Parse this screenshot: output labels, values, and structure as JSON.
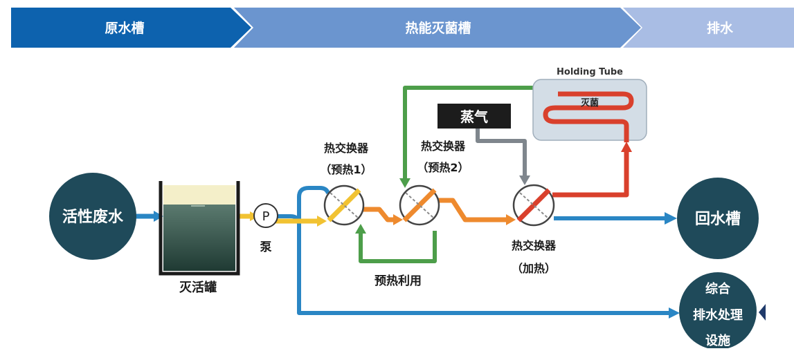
{
  "header_steps": [
    {
      "label": "原水槽",
      "color": "#0d62ae"
    },
    {
      "label": "热能灭菌槽",
      "color": "#6b95cf"
    },
    {
      "label": "排水",
      "color": "#a9bde4"
    }
  ],
  "diagram": {
    "source": "活性废水",
    "tank": "灭活罐",
    "pump_symbol": "P",
    "pump": "泵",
    "hx1": {
      "line1": "热交换器",
      "line2": "（预热1）"
    },
    "hx2": {
      "line1": "热交换器",
      "line2": "（预热2）"
    },
    "hx3": {
      "line1": "热交换器",
      "line2": "（加热）"
    },
    "steam": "蒸气",
    "holding_title": "Holding Tube",
    "sterilize": "灭菌",
    "preheat_use": "预热利用",
    "return_tank": "回水槽",
    "drain_facility": {
      "line1": "综合",
      "line2": "排水处理",
      "line3": "设施"
    }
  },
  "colors": {
    "blue_pipe": "#2a86c4",
    "yellow_pipe": "#f1c232",
    "orange_pipe": "#ee8a2e",
    "red_pipe": "#d9402c",
    "green_pipe": "#4d9e4a",
    "grey_pipe": "#7f868d",
    "dark_circle": "#1f4a5a"
  }
}
